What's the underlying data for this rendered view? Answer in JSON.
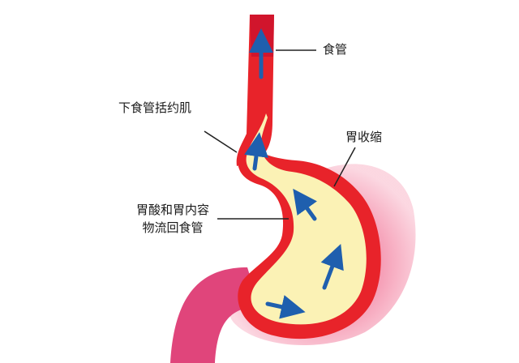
{
  "labels": {
    "esophagus": "食管",
    "les": "下食管括约肌",
    "stomach_contraction": "胃收缩",
    "reflux_line1": "胃酸和胃内容",
    "reflux_line2": "物流回食管"
  },
  "colors": {
    "wall_red": "#e8232a",
    "esophagus_dark": "#c8102e",
    "stomach_glow": "#f6b9c8",
    "content_yellow": "#fbf2b5",
    "arrow_blue": "#1f5fae",
    "duodenum_pink": "#e0457b",
    "leader_line": "#222222"
  },
  "icons": [
    "reflux-arrow-icon"
  ]
}
